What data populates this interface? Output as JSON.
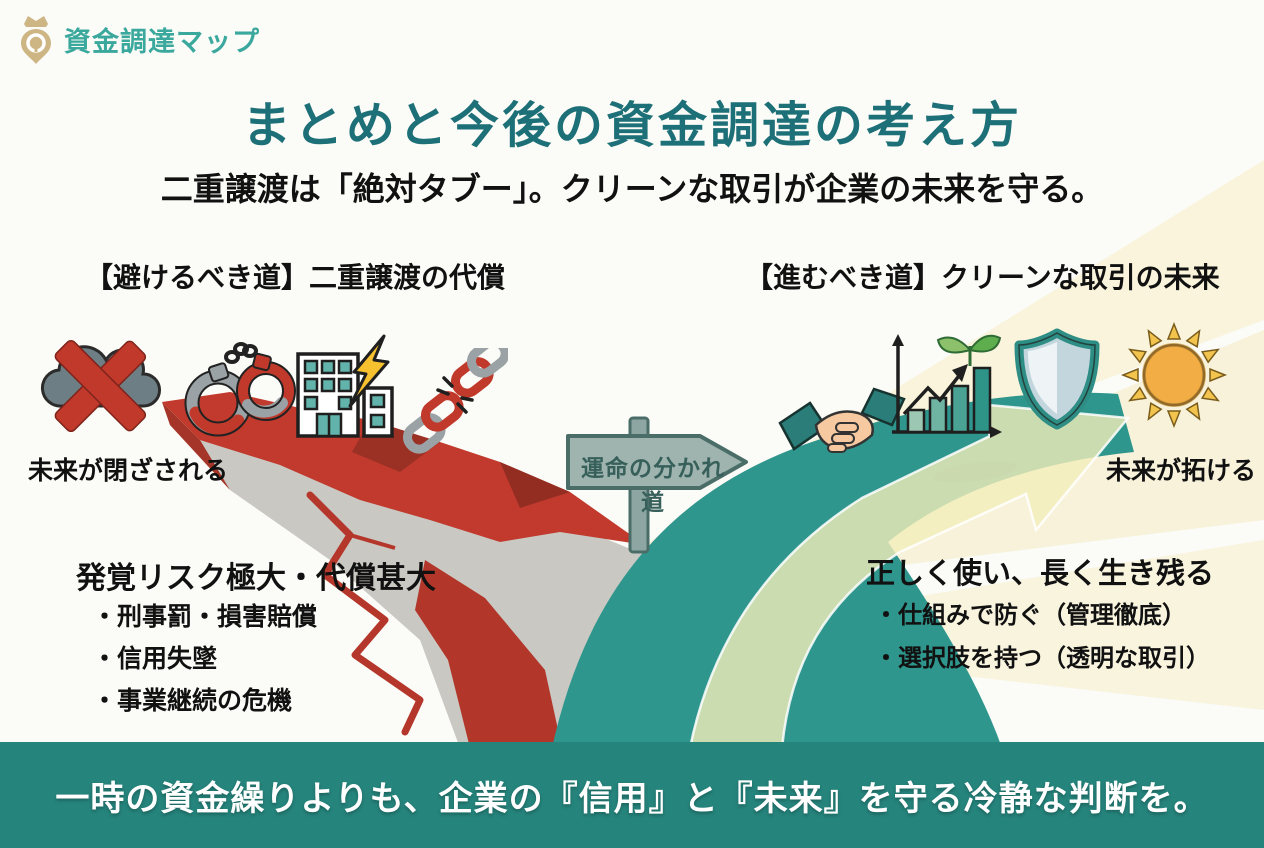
{
  "logo": {
    "text": "資金調達マップ"
  },
  "title": "まとめと今後の資金調達の考え方",
  "subtitle": "二重譲渡は「絶対タブー」。クリーンな取引が企業の未来を守る。",
  "left_path": {
    "heading": "【避けるべき道】二重譲渡の代償",
    "caption": "未来が閉ざされる",
    "icons": [
      "cloud-x",
      "handcuffs",
      "building-lightning",
      "broken-chain"
    ],
    "list_heading": "発覚リスク極大・代償甚大",
    "bullets": [
      "・刑事罰・損害賠償",
      "・信用失墜",
      "・事業継続の危機"
    ]
  },
  "signpost": {
    "label": "運命の分かれ道"
  },
  "right_path": {
    "heading": "【進むべき道】クリーンな取引の未来",
    "caption": "未来が拓ける",
    "icons": [
      "handshake",
      "growth-chart",
      "shield",
      "sun"
    ],
    "list_heading": "正しく使い、長く生き残る",
    "bullets": [
      "・仕組みで防ぐ（管理徹底）",
      "・選択肢を持つ（透明な取引）"
    ]
  },
  "footer": {
    "text": "一時の資金繰りよりも、企業の『信用』と『未来』を守る冷静な判断を。"
  },
  "colors": {
    "logo_teal": "#3aa89c",
    "title_teal": "#1d7077",
    "banner_teal": "#25847c",
    "road_teal": "#2f968d",
    "cliff_red": "#c13a2d",
    "text_black": "#111111",
    "sun_orange": "#f2ae44",
    "lightning_yellow": "#f6c02e"
  }
}
